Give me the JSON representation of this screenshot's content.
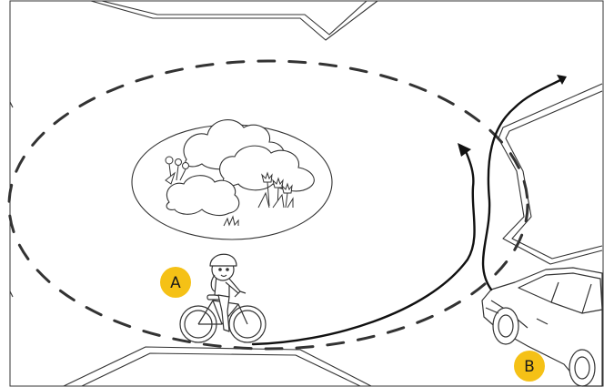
{
  "scene": "roundabout-right-of-way",
  "labels": {
    "cyclist": "A",
    "car": "B"
  },
  "colors": {
    "badge_fill": "#F5C116",
    "badge_text": "#1a1a1a",
    "line": "#1a1a1a",
    "background": "#ffffff"
  }
}
